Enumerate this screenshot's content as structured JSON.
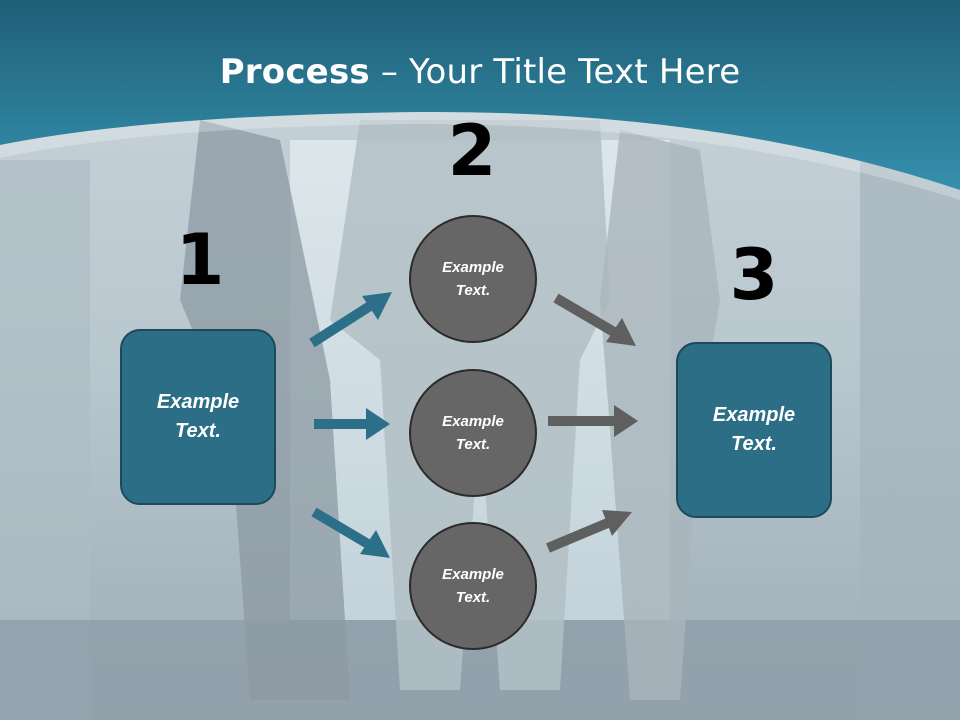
{
  "title": {
    "bold": "Process",
    "rest": " – Your Title Text Here"
  },
  "steps": [
    {
      "number": "1",
      "box_text": "Example\nText."
    },
    {
      "number": "2",
      "circles": [
        "Example\nText.",
        "Example\nText.",
        "Example\nText."
      ]
    },
    {
      "number": "3",
      "box_text": "Example\nText."
    }
  ],
  "colors": {
    "header": "#2e7f9a",
    "box": "#2b6e85",
    "circle": "#666666",
    "arrow_teal": "#2b7088",
    "arrow_gray": "#5f5f5f"
  }
}
